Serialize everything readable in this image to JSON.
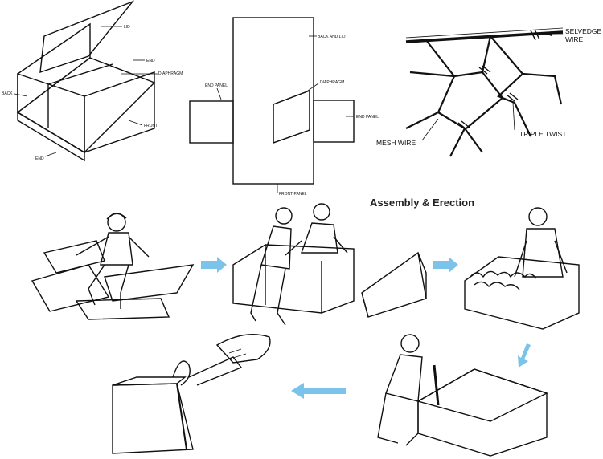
{
  "gabion_box": {
    "labels": {
      "lid": "LID",
      "end_top": "END",
      "diaphragm": "DIAPHRAGM",
      "back": "BACK",
      "front": "FRONT",
      "end_bottom": "END"
    }
  },
  "flat_layout": {
    "labels": {
      "back_and_lid": "BACK AND LID",
      "end_panel_left": "END PANEL",
      "diaphragm": "DIAPHRAGM",
      "end_panel_right": "END PANEL",
      "front_panel": "FRONT PANEL"
    }
  },
  "mesh_detail": {
    "labels": {
      "selvedge_wire_1": "SELVEDGE",
      "selvedge_wire_2": "WIRE",
      "mesh_wire": "MESH WIRE",
      "triple_twist": "TRIPLE TWIST"
    }
  },
  "assembly": {
    "title": "Assembly & Erection"
  },
  "colors": {
    "arrow": "#7cc3ea",
    "ink": "#111111"
  }
}
